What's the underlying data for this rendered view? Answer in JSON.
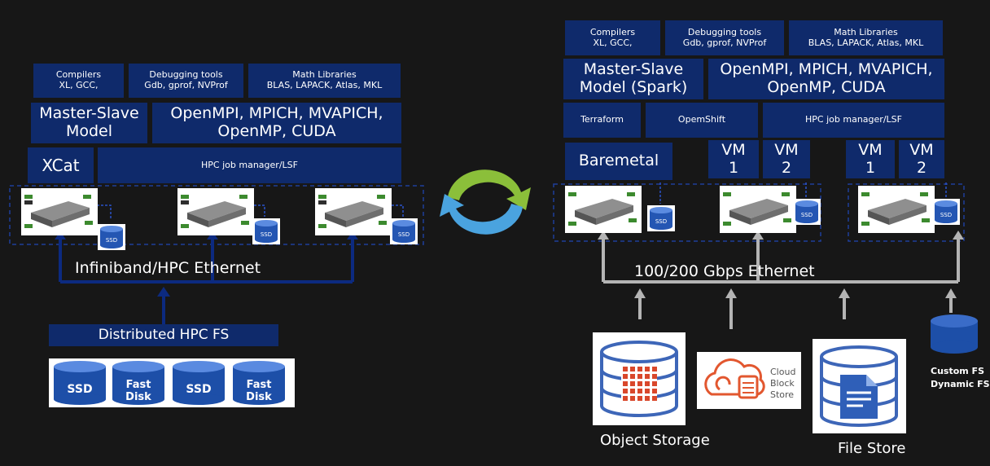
{
  "colors": {
    "background": "#171717",
    "box_fill": "#0f2a6b",
    "hpc_link": "#0c2a80",
    "ethernet_link": "#b4b4b4",
    "cycle_green": "#8bbf3a",
    "cycle_blue": "#4aa3df",
    "disk_blue": "#1d4fa8"
  },
  "left": {
    "tools": {
      "compilers": [
        "Compilers",
        "XL, GCC,"
      ],
      "debugging": [
        "Debugging tools",
        "Gdb, gprof,  NVProf"
      ],
      "math": [
        "Math Libraries",
        "BLAS, LAPACK, Atlas, MKL"
      ]
    },
    "master_slave": [
      "Master-Slave",
      "Model"
    ],
    "mpi": [
      "OpenMPI, MPICH, MVAPICH,",
      "OpenMP, CUDA"
    ],
    "xcat": "XCat",
    "job_manager": "HPC job manager/LSF",
    "ssd_label": "SSD",
    "network_label": "Infiniband/HPC Ethernet",
    "fs_label": "Distributed HPC FS",
    "disks": [
      "SSD",
      "Fast Disk",
      "SSD",
      "Fast Disk"
    ]
  },
  "right": {
    "tools": {
      "compilers": [
        "Compilers",
        "XL, GCC,"
      ],
      "debugging": [
        "Debugging tools",
        "Gdb, gprof,  NVProf"
      ],
      "math": [
        "Math Libraries",
        "BLAS, LAPACK, Atlas, MKL"
      ]
    },
    "master_slave": [
      "Master-Slave",
      "Model (Spark)"
    ],
    "mpi": [
      "OpenMPI, MPICH, MVAPICH,",
      "OpenMP, CUDA"
    ],
    "terraform": "Terraform",
    "openshift": "OpemShift",
    "job_manager": "HPC job manager/LSF",
    "baremetal": "Baremetal",
    "vms": [
      [
        "VM",
        "1"
      ],
      [
        "VM",
        "2"
      ],
      [
        "VM",
        "1"
      ],
      [
        "VM",
        "2"
      ]
    ],
    "ssd_label": "SSD",
    "network_label": "100/200 Gbps Ethernet",
    "object_storage": "Object Storage",
    "cloud_block": [
      "Cloud",
      "Block",
      "Store"
    ],
    "file_store": "File Store",
    "custom_fs": [
      "Custom FS",
      "Dynamic FS"
    ]
  },
  "icons": {
    "server": "rack-server-icon",
    "ssd": "ssd-cylinder-icon",
    "cycle": "circular-arrows-icon",
    "object_storage": "object-storage-database-icon",
    "cloud_block": "cloud-block-store-icon",
    "file_store": "file-store-database-icon"
  }
}
